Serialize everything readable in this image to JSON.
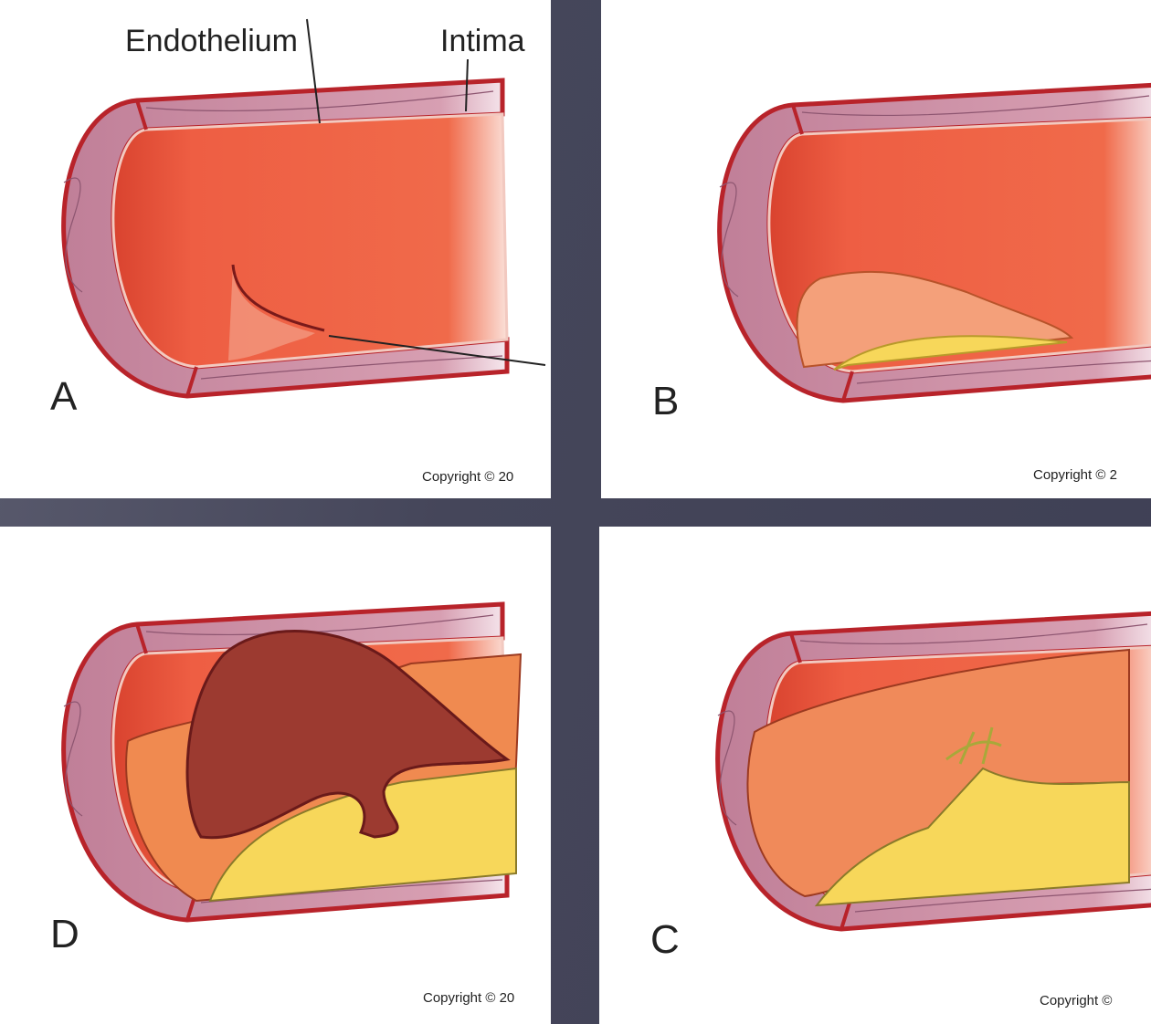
{
  "panels": {
    "a": {
      "letter": "A",
      "copyright": "Copyright © 20",
      "labels": {
        "endothelium": "Endothelium",
        "intima": "Intima"
      }
    },
    "b": {
      "letter": "B",
      "copyright": "Copyright © 2"
    },
    "d": {
      "letter": "D",
      "copyright": "Copyright © 20"
    },
    "c": {
      "letter": "C",
      "copyright": "Copyright ©"
    }
  },
  "colors": {
    "background": "#45465a",
    "vessel_wall": "#c98aa0",
    "vessel_border": "#b8232a",
    "lumen": "#ec5a40",
    "plaque": "#f08a50",
    "lipid_core": "#f7d75a",
    "thrombus": "#9c3a30"
  }
}
